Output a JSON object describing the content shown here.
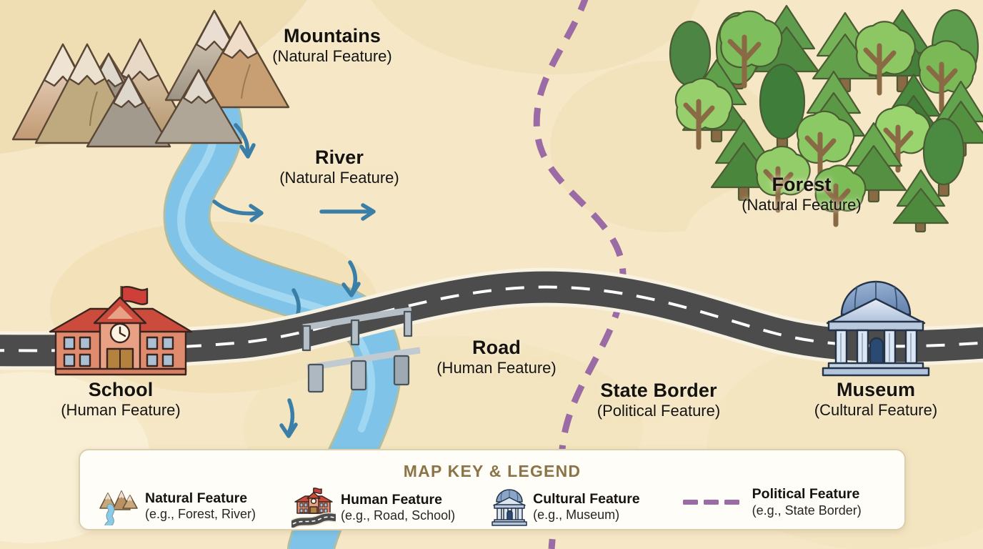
{
  "map": {
    "background_color": "#f6e8c6",
    "labels": [
      {
        "id": "mountains",
        "title": "Mountains",
        "subtitle": "(Natural Feature)"
      },
      {
        "id": "river",
        "title": "River",
        "subtitle": "(Natural Feature)"
      },
      {
        "id": "forest",
        "title": "Forest",
        "subtitle": "(Natural Feature)"
      },
      {
        "id": "school",
        "title": "School",
        "subtitle": "(Human Feature)"
      },
      {
        "id": "road",
        "title": "Road",
        "subtitle": "(Human Feature)"
      },
      {
        "id": "border",
        "title": "State Border",
        "subtitle": "(Political Feature)"
      },
      {
        "id": "museum",
        "title": "Museum",
        "subtitle": "(Cultural Feature)"
      }
    ],
    "features": {
      "mountains_icon": "mountains-icon",
      "river_icon": "river-icon",
      "forest_icon": "forest-icon",
      "school_icon": "school-building-icon",
      "road_icon": "road-icon",
      "bridge_icon": "bridge-icon",
      "border_icon": "dashed-border-icon",
      "museum_icon": "museum-building-icon"
    },
    "colors": {
      "land": "#f6e8c6",
      "land_shade": "#efdcb2",
      "river_water": "#7fc4e8",
      "river_arrow": "#3b7fa8",
      "road_asphalt": "#4c4c4c",
      "road_dash": "#ffffff",
      "border_purple": "#9a6ba4",
      "forest_green": "#4f8f3f",
      "mountain_tan": "#c09a6b",
      "school_red": "#cc4a3d",
      "museum_blue": "#8aa5c8",
      "legend_title": "#8a7448"
    }
  },
  "legend": {
    "title": "MAP KEY & LEGEND",
    "items": [
      {
        "icon": "mountains-river-icon",
        "name": "Natural Feature",
        "example": "(e.g., Forest, River)"
      },
      {
        "icon": "school-road-icon",
        "name": "Human Feature",
        "example": "(e.g., Road, School)"
      },
      {
        "icon": "museum-icon",
        "name": "Cultural Feature",
        "example": "(e.g., Museum)"
      },
      {
        "icon": "dashed-line-icon",
        "name": "Political Feature",
        "example": "(e.g., State Border)"
      }
    ]
  }
}
